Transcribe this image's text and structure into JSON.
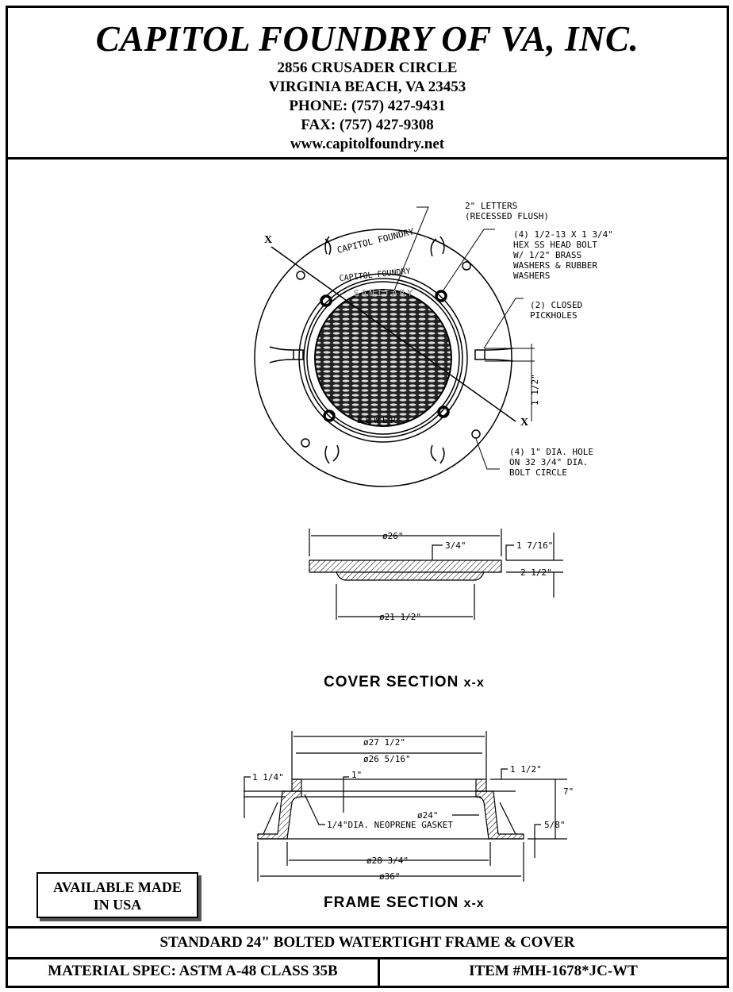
{
  "header": {
    "company": "CAPITOL FOUNDRY OF VA, INC.",
    "address_line1": "2856 CRUSADER CIRCLE",
    "address_line2": "VIRGINIA BEACH, VA 23453",
    "phone": "PHONE: (757) 427-9431",
    "fax": "FAX: (757) 427-9308",
    "website": "www.capitolfoundry.net"
  },
  "top_view": {
    "section_marker_a": "X",
    "section_marker_b": "X",
    "ring_text": "CAPITOL FOUNDRY",
    "cover_text_top": "CAPITOL FOUNDRY",
    "cover_text_sanitary": "SANITARY",
    "cover_text_sewer": "SEWER",
    "note_letters": [
      "2\" LETTERS",
      "(RECESSED FLUSH)"
    ],
    "note_bolts": [
      "(4) 1/2-13 X 1 3/4\"",
      "HEX SS HEAD BOLT",
      "W/ 1/2\" BRASS",
      "WASHERS & RUBBER",
      "WASHERS"
    ],
    "note_pickholes": [
      "(2) CLOSED",
      "PICKHOLES"
    ],
    "dim_pickhole": "1 1/2\"",
    "note_holes": [
      "(4) 1\" DIA. HOLE",
      "ON 32 3/4\" DIA.",
      "BOLT CIRCLE"
    ]
  },
  "cover_section": {
    "title": "COVER SECTION",
    "suffix": "x-x",
    "dim_diameter": "ø26\"",
    "dim_depth": "3/4\"",
    "dim_edge": "1 7/16\"",
    "dim_height": "2 1/2\"",
    "dim_inner": "ø21 1/2\""
  },
  "frame_section": {
    "title": "FRAME SECTION",
    "suffix": "x-x",
    "dim_top_outer": "ø27 1/2\"",
    "dim_top_inner": "ø26 5/16\"",
    "dim_left": "1 1/4\"",
    "dim_seat": "1\"",
    "dim_right_top": "1 1/2\"",
    "dim_height": "7\"",
    "dim_opening": "ø24\"",
    "gasket_note": "1/4\"DIA. NEOPRENE GASKET",
    "dim_flange": "5/8\"",
    "dim_base_inner": "ø28 3/4\"",
    "dim_base_outer": "ø36\""
  },
  "badge": {
    "line1": "AVAILABLE MADE",
    "line2": "IN USA"
  },
  "footer": {
    "title": "STANDARD 24\" BOLTED WATERTIGHT FRAME & COVER",
    "material": "MATERIAL SPEC:  ASTM A-48 CLASS 35B",
    "item": "ITEM #MH-1678*JC-WT"
  }
}
